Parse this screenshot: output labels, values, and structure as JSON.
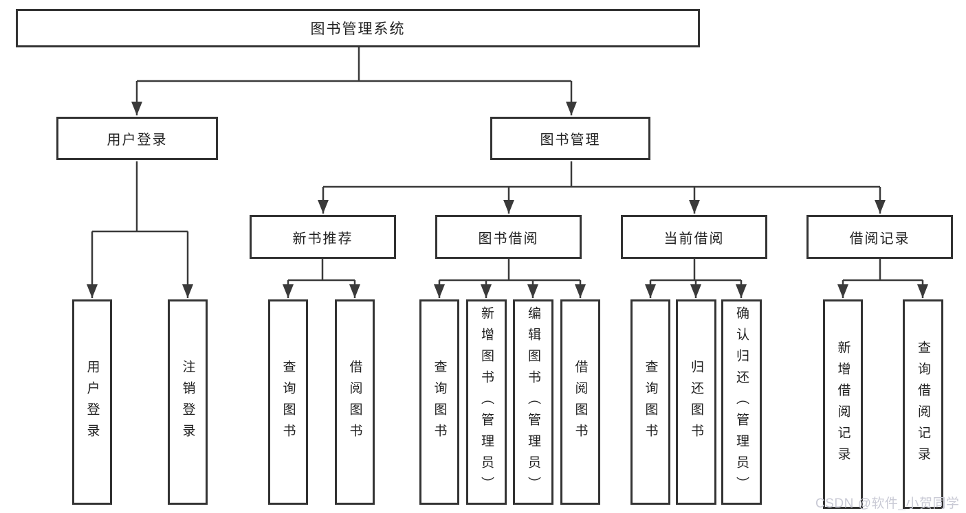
{
  "diagram": {
    "root": {
      "label": "图书管理系统"
    },
    "level2": [
      {
        "label": "用户登录",
        "parent": "图书管理系统"
      },
      {
        "label": "图书管理",
        "parent": "图书管理系统"
      }
    ],
    "modules": [
      {
        "label": "新书推荐",
        "parent": "图书管理"
      },
      {
        "label": "图书借阅",
        "parent": "图书管理"
      },
      {
        "label": "当前借阅",
        "parent": "图书管理"
      },
      {
        "label": "借阅记录",
        "parent": "图书管理"
      }
    ],
    "leaves": [
      {
        "label": "用户登录",
        "parent": "用户登录"
      },
      {
        "label": "注销登录",
        "parent": "用户登录"
      },
      {
        "label": "查询图书",
        "parent": "新书推荐"
      },
      {
        "label": "借阅图书",
        "parent": "新书推荐"
      },
      {
        "label": "查询图书",
        "parent": "图书借阅"
      },
      {
        "label": "新增图书（管理员）",
        "parent": "图书借阅"
      },
      {
        "label": "编辑图书（管理员）",
        "parent": "图书借阅"
      },
      {
        "label": "借阅图书",
        "parent": "图书借阅"
      },
      {
        "label": "查询图书",
        "parent": "当前借阅"
      },
      {
        "label": "归还图书",
        "parent": "当前借阅"
      },
      {
        "label": "确认归还（管理员）",
        "parent": "当前借阅"
      },
      {
        "label": "新增借阅记录",
        "parent": "借阅记录"
      },
      {
        "label": "查询借阅记录",
        "parent": "借阅记录"
      }
    ],
    "colors": {
      "line": "#3a3a3a",
      "box_border": "#333333",
      "text": "#222222",
      "background": "#ffffff",
      "watermark": "#c9cad5"
    },
    "watermark": "CSDN @软件_小贺同学"
  }
}
